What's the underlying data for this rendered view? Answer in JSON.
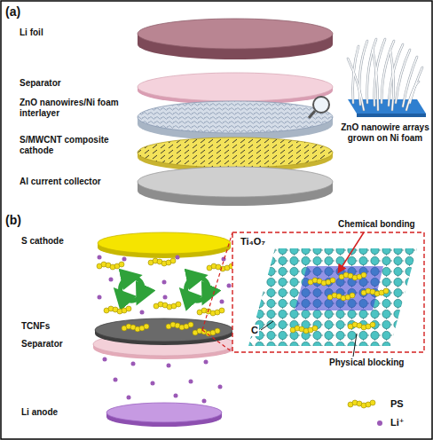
{
  "diagram": {
    "labels": [
      "(a)",
      "Li foil",
      "Separator",
      "ZnO nanowires/Ni foam interlayer",
      "S/MWCNT composite cathode",
      "Al current collector",
      "ZnO nanowire arrays grown on Ni foam",
      "(b)",
      "S cathode",
      "TCNFs",
      "Separator",
      "Li anode",
      "Ti₄O₇",
      "Chemical bonding",
      "C",
      "Physical blocking"
    ],
    "legend": [
      {
        "text": "PS"
      },
      {
        "text": "Li⁺"
      }
    ]
  }
}
